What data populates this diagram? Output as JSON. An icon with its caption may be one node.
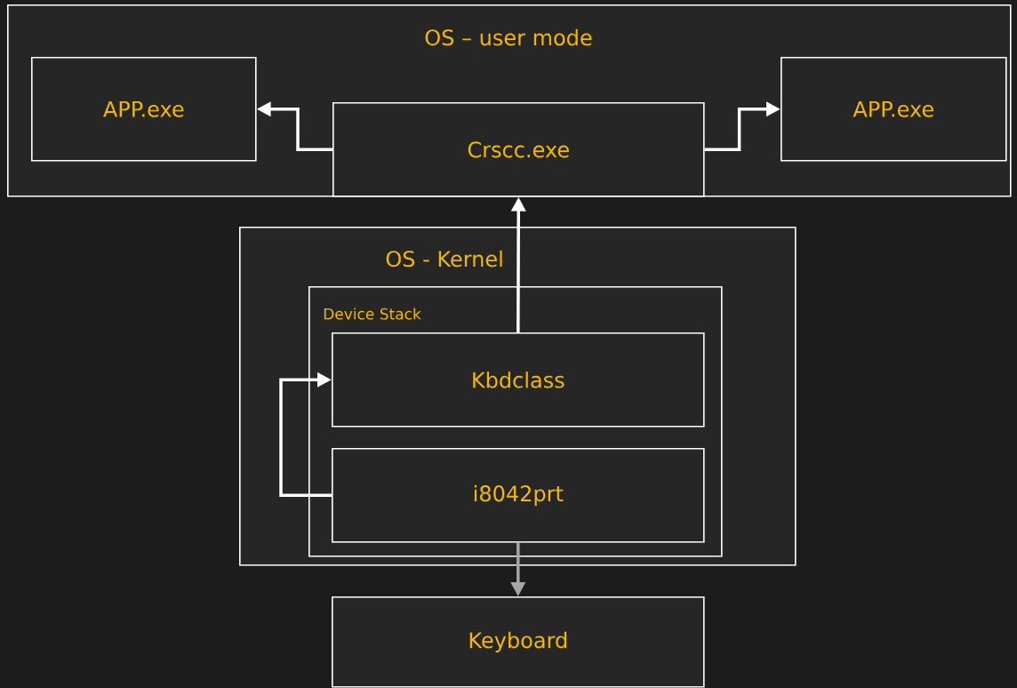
{
  "diagram": {
    "nodes": [
      {
        "text": [
          "OS – user mode"
        ]
      },
      {
        "text": [
          "APP.exe"
        ],
        "in": 0
      },
      {
        "text": [
          "Crscc.exe"
        ],
        "in": 0
      },
      {
        "text": [
          "APP.exe"
        ],
        "in": 0
      },
      {
        "text": [
          "OS - Kernel"
        ]
      },
      {
        "text": [
          "Device Stack"
        ],
        "in": 4
      },
      {
        "text": [
          "Kbdclass"
        ],
        "in": 5
      },
      {
        "text": [
          "i8042prt"
        ],
        "in": 5
      },
      {
        "text": [
          "Keyboard"
        ]
      }
    ],
    "edges": [
      {
        "from": 2,
        "to": 1,
        "arrow": "to"
      },
      {
        "from": 2,
        "to": 3,
        "arrow": "to"
      },
      {
        "from": 6,
        "to": 2,
        "arrow": "to"
      },
      {
        "from": 7,
        "to": 6,
        "arrow": "to"
      },
      {
        "from": 7,
        "to": 8,
        "arrow": "to",
        "color": "#a6a6a6"
      }
    ]
  }
}
